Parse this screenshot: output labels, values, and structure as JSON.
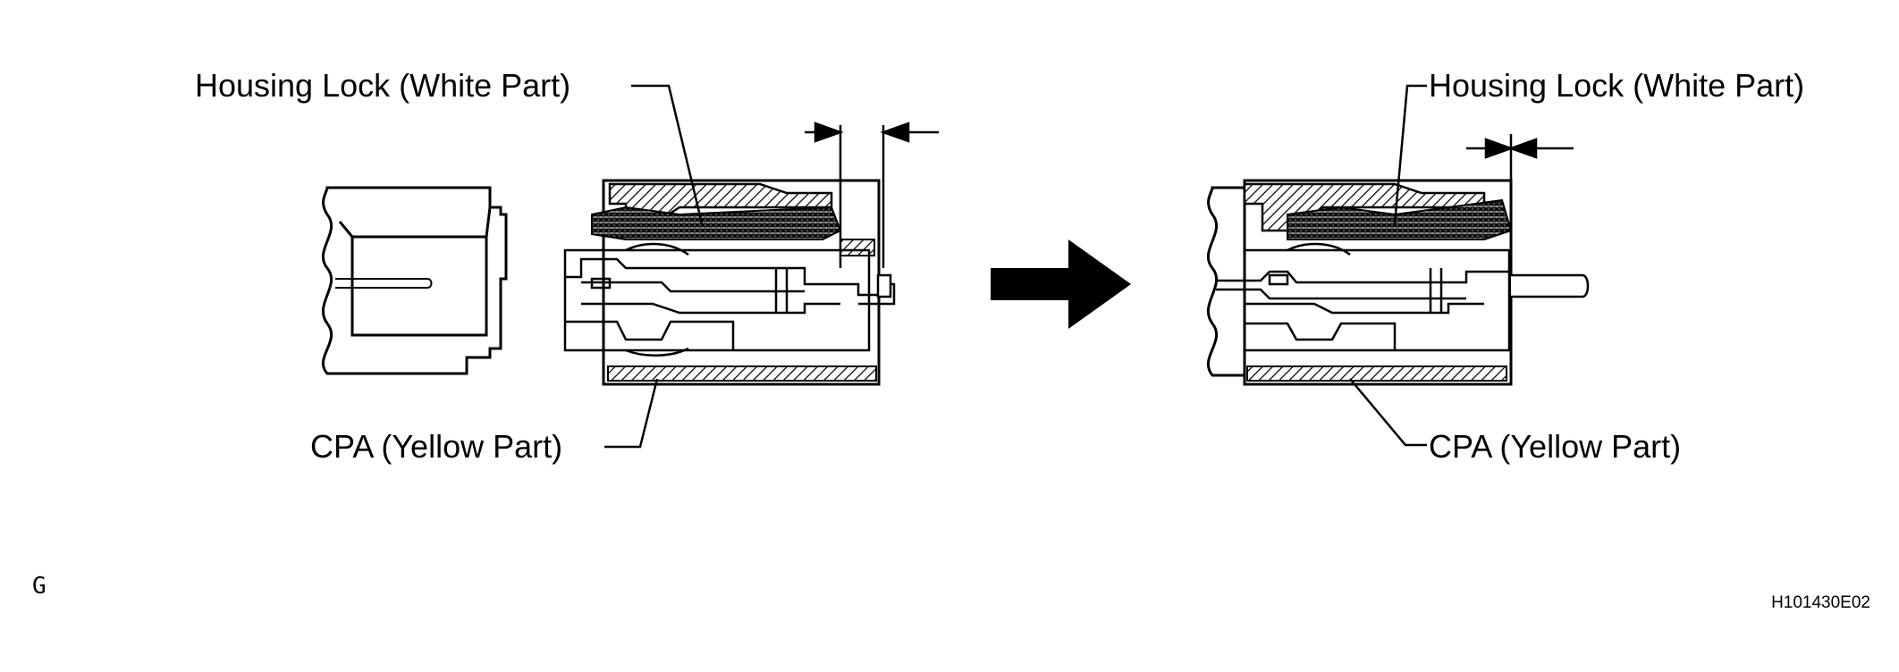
{
  "left_view": {
    "housing_lock_label": "Housing Lock (White Part)",
    "cpa_label": "CPA (Yellow Part)"
  },
  "right_view": {
    "housing_lock_label": "Housing Lock (White Part)",
    "cpa_label": "CPA (Yellow Part)"
  },
  "corner_mark": "G",
  "figure_code": "H101430E02"
}
